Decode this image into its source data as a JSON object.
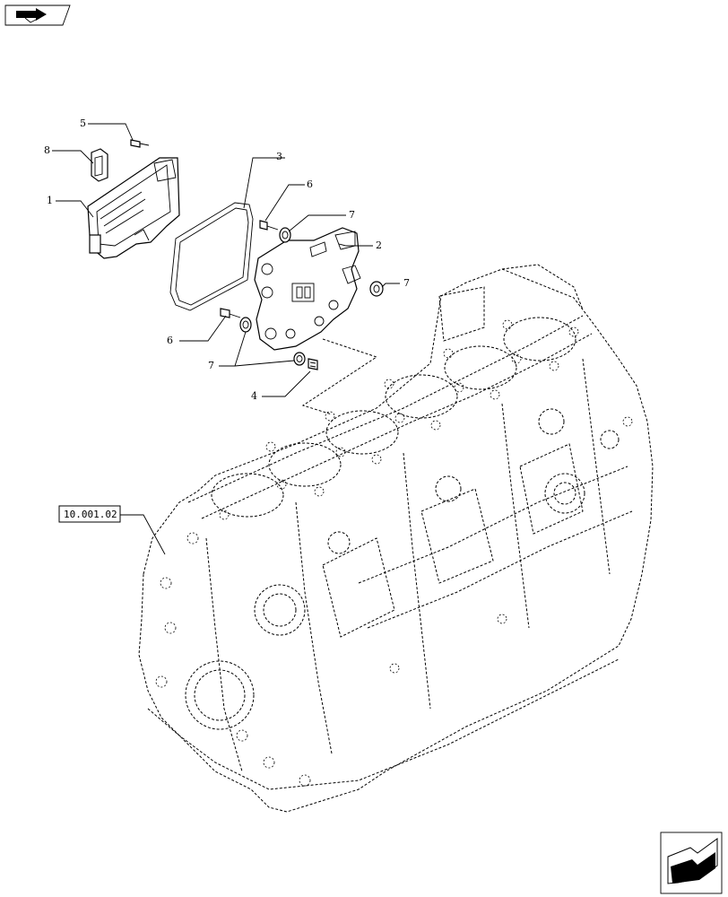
{
  "callouts": [
    {
      "id": "c1",
      "label": "1"
    },
    {
      "id": "c2",
      "label": "2"
    },
    {
      "id": "c3",
      "label": "3"
    },
    {
      "id": "c4",
      "label": "4"
    },
    {
      "id": "c5",
      "label": "5"
    },
    {
      "id": "c6a",
      "label": "6"
    },
    {
      "id": "c6b",
      "label": "6"
    },
    {
      "id": "c7a",
      "label": "7"
    },
    {
      "id": "c7b",
      "label": "7"
    },
    {
      "id": "c7c",
      "label": "7"
    },
    {
      "id": "c8",
      "label": "8"
    }
  ],
  "reference_box": {
    "label": "10.001.02"
  },
  "icons": {
    "top_left": "book-arrow-icon",
    "bottom_right": "next-page-arrow-icon"
  },
  "colors": {
    "line": "#000000",
    "background": "#ffffff"
  }
}
